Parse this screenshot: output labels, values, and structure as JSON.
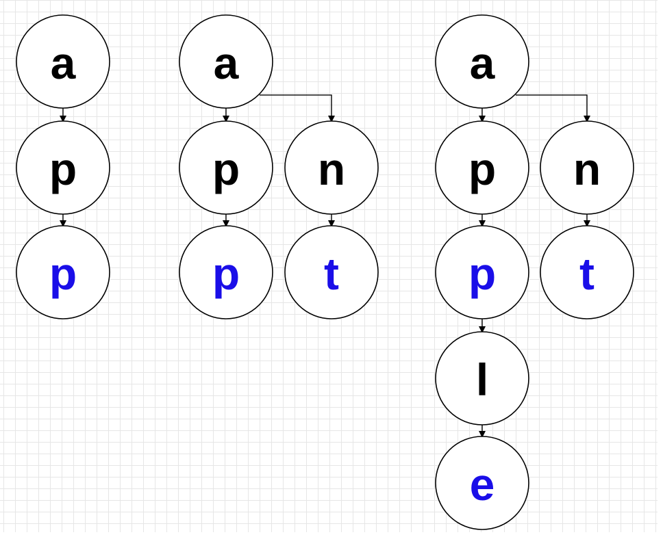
{
  "colors": {
    "normal": "#000000",
    "terminal": "#1a0ee8"
  },
  "trees": [
    {
      "nodes": [
        {
          "id": "a",
          "label": "a",
          "terminal": false
        },
        {
          "id": "p1",
          "label": "p",
          "terminal": false
        },
        {
          "id": "p2",
          "label": "p",
          "terminal": true
        }
      ],
      "edges": [
        [
          "a",
          "p1"
        ],
        [
          "p1",
          "p2"
        ]
      ]
    },
    {
      "nodes": [
        {
          "id": "a",
          "label": "a",
          "terminal": false
        },
        {
          "id": "p1",
          "label": "p",
          "terminal": false
        },
        {
          "id": "p2",
          "label": "p",
          "terminal": true
        },
        {
          "id": "n",
          "label": "n",
          "terminal": false
        },
        {
          "id": "t",
          "label": "t",
          "terminal": true
        }
      ],
      "edges": [
        [
          "a",
          "p1"
        ],
        [
          "p1",
          "p2"
        ],
        [
          "a",
          "n"
        ],
        [
          "n",
          "t"
        ]
      ]
    },
    {
      "nodes": [
        {
          "id": "a",
          "label": "a",
          "terminal": false
        },
        {
          "id": "p1",
          "label": "p",
          "terminal": false
        },
        {
          "id": "p2",
          "label": "p",
          "terminal": true
        },
        {
          "id": "l",
          "label": "l",
          "terminal": false
        },
        {
          "id": "e",
          "label": "e",
          "terminal": true
        },
        {
          "id": "n",
          "label": "n",
          "terminal": false
        },
        {
          "id": "t",
          "label": "t",
          "terminal": true
        }
      ],
      "edges": [
        [
          "a",
          "p1"
        ],
        [
          "p1",
          "p2"
        ],
        [
          "p2",
          "l"
        ],
        [
          "l",
          "e"
        ],
        [
          "a",
          "n"
        ],
        [
          "n",
          "t"
        ]
      ]
    }
  ]
}
